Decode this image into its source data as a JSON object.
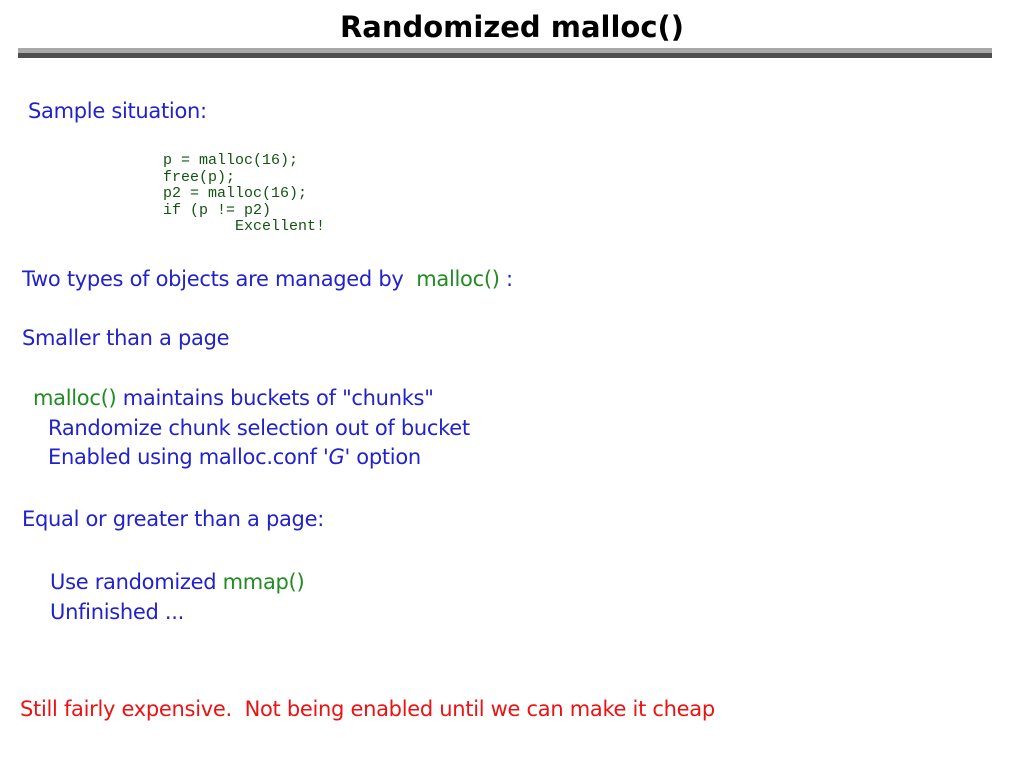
{
  "slide": {
    "title": "Randomized malloc()",
    "sample_label": "Sample situation:",
    "code": "p = malloc(16);\nfree(p);\np2 = malloc(16);\nif (p != p2)\n        Excellent!",
    "two_types": {
      "prefix": "Two types of objects are managed by  ",
      "fn": "malloc()",
      "suffix": " :"
    },
    "smaller_heading": "Smaller than a page",
    "buckets": {
      "fn": "malloc()",
      "rest": " maintains buckets of \"chunks\""
    },
    "randomize_line": "Randomize chunk selection out of bucket",
    "enabled": {
      "prefix": "Enabled using malloc.conf '",
      "flag": "G",
      "suffix": "' option"
    },
    "equal_heading": "Equal or greater than a page:",
    "use_line": {
      "prefix": "Use randomized ",
      "fn": "mmap()"
    },
    "unfinished_line": "Unfinished ...",
    "footer": "Still fairly expensive.  Not being enabled until we can make it cheap",
    "colors": {
      "body_blue": "#2222cc",
      "function_green": "#228b22",
      "code_green": "#115511",
      "warning_red": "#ee1111",
      "rule_gray": "#a9a9a9",
      "rule_dark": "#4e4e4e"
    }
  }
}
